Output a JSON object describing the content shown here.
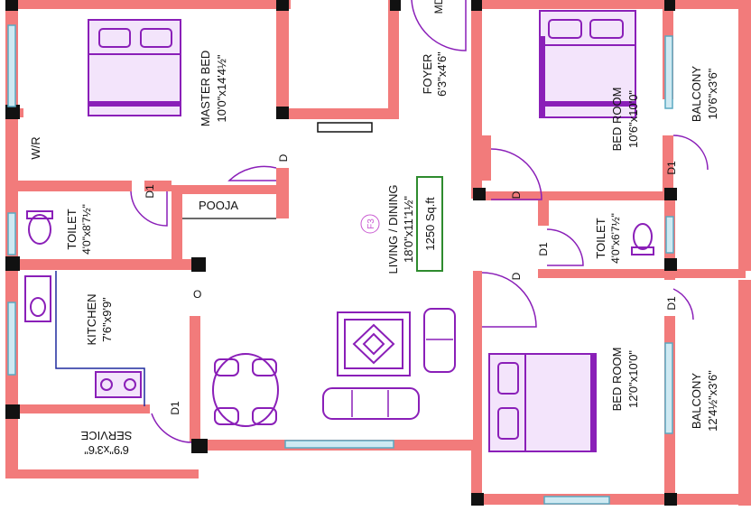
{
  "rooms": {
    "master_bed": {
      "name": "MASTER BED",
      "size": "10'0\"x14'4½\""
    },
    "foyer": {
      "name": "FOYER",
      "size": "6'3\"x4'6\""
    },
    "bed_room_top": {
      "name": "BED ROOM",
      "size": "10'6\"x10'0\""
    },
    "balcony_top": {
      "name": "BALCONY",
      "size": "10'6\"x3'6\""
    },
    "wr": {
      "name": "W/R"
    },
    "toilet_left": {
      "name": "TOILET",
      "size": "4'0\"x8'7½\""
    },
    "pooja": {
      "name": "POOJA"
    },
    "living": {
      "name": "LIVING / DINING",
      "size": "18'0\"x11'1½\""
    },
    "area": "1250 Sq.ft",
    "flat": "F3",
    "toilet_right": {
      "name": "TOILET",
      "size": "4'0\"x6'7½\""
    },
    "kitchen": {
      "name": "KITCHEN",
      "size": "7'6\"x9'9\""
    },
    "bed_room_bottom": {
      "name": "BED ROOM",
      "size": "12'0\"x10'0\""
    },
    "balcony_bottom": {
      "name": "BALCONY",
      "size": "12'4½\"x3'6\""
    },
    "service": {
      "name": "SERVICE",
      "size": "6'9\"x3'6\""
    }
  },
  "doors": {
    "d": "D",
    "d1": "D1",
    "md": "MD"
  },
  "colors": {
    "wall": "#f27b7b",
    "column": "#111111",
    "furniture": "#8a1fb8",
    "window": "#5aa9c2",
    "area_box": "#2e8b2e"
  }
}
